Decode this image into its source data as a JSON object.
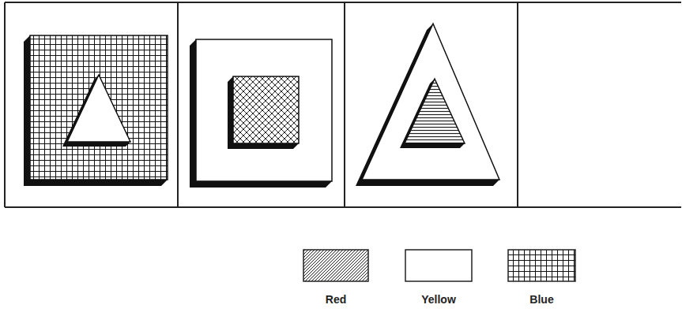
{
  "diagram": {
    "legend": [
      {
        "text": "Red"
      },
      {
        "text": "Yellow"
      },
      {
        "text": "Blue"
      }
    ]
  }
}
